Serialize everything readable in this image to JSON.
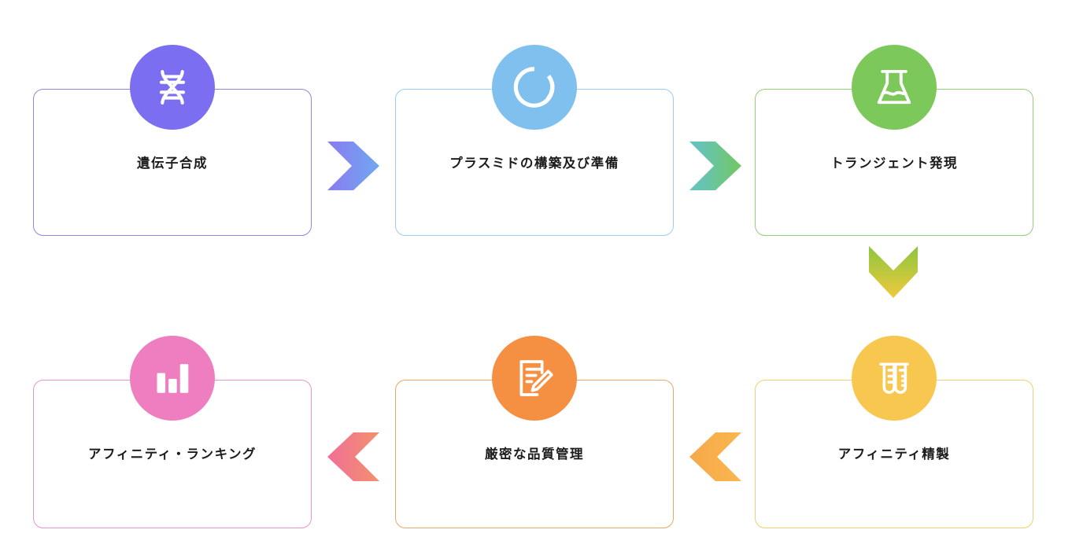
{
  "diagram": {
    "type": "process-flow",
    "direction": "serpentine-left-to-right-then-right-to-left",
    "step_count": 6,
    "background_color": "#ffffff"
  },
  "steps": [
    {
      "index": 1,
      "label": "遺伝子合成",
      "icon": "dna-helix-icon",
      "accent_color": "#7b6ef0",
      "badge_color": "#7b6ef0",
      "border_color": "#8f86e0",
      "row": "top",
      "column": 1
    },
    {
      "index": 2,
      "label": "プラスミドの構築及び準備",
      "icon": "plasmid-ring-icon",
      "accent_color": "#79bdee",
      "badge_color": "#7fc0ef",
      "border_color": "#9ccdf0",
      "row": "top",
      "column": 2
    },
    {
      "index": 3,
      "label": "トランジェント発現",
      "icon": "erlenmeyer-flask-icon",
      "accent_color": "#7dc95b",
      "badge_color": "#7cc85a",
      "border_color": "#95cf7c",
      "row": "top",
      "column": 3
    },
    {
      "index": 4,
      "label": "アフィニティ精製",
      "icon": "test-tubes-icon",
      "accent_color": "#f7c košt",
      "badge_color": "#f8c74f",
      "border_color": "#f0cf74",
      "row": "bottom",
      "column": 3
    },
    {
      "index": 5,
      "label": "厳密な品質管理",
      "icon": "document-pencil-icon",
      "accent_color": "#f38f3f",
      "badge_color": "#f58f42",
      "border_color": "#e8a766",
      "row": "bottom",
      "column": 2
    },
    {
      "index": 6,
      "label": "アフィニティ・ランキング",
      "icon": "bar-chart-icon",
      "accent_color": "#ef7ec0",
      "badge_color": "#ef7ec0",
      "border_color": "#e695c8",
      "row": "bottom",
      "column": 1
    }
  ],
  "connectors": [
    {
      "id": "arrow-step1-to-step2",
      "direction": "right",
      "gradient_from": "#8a7bef",
      "gradient_to": "#6fa8f0"
    },
    {
      "id": "arrow-step2-to-step3",
      "direction": "right",
      "gradient_from": "#63c3c9",
      "gradient_to": "#72c763"
    },
    {
      "id": "arrow-step3-to-step4",
      "direction": "down",
      "gradient_from": "#8cc63f",
      "gradient_to": "#f0c93c"
    },
    {
      "id": "arrow-step4-to-step5",
      "direction": "left",
      "gradient_from": "#f6a94b",
      "gradient_to": "#f9b64e"
    },
    {
      "id": "arrow-step5-to-step6",
      "direction": "left",
      "gradient_from": "#ef6f96",
      "gradient_to": "#f4906e"
    }
  ]
}
